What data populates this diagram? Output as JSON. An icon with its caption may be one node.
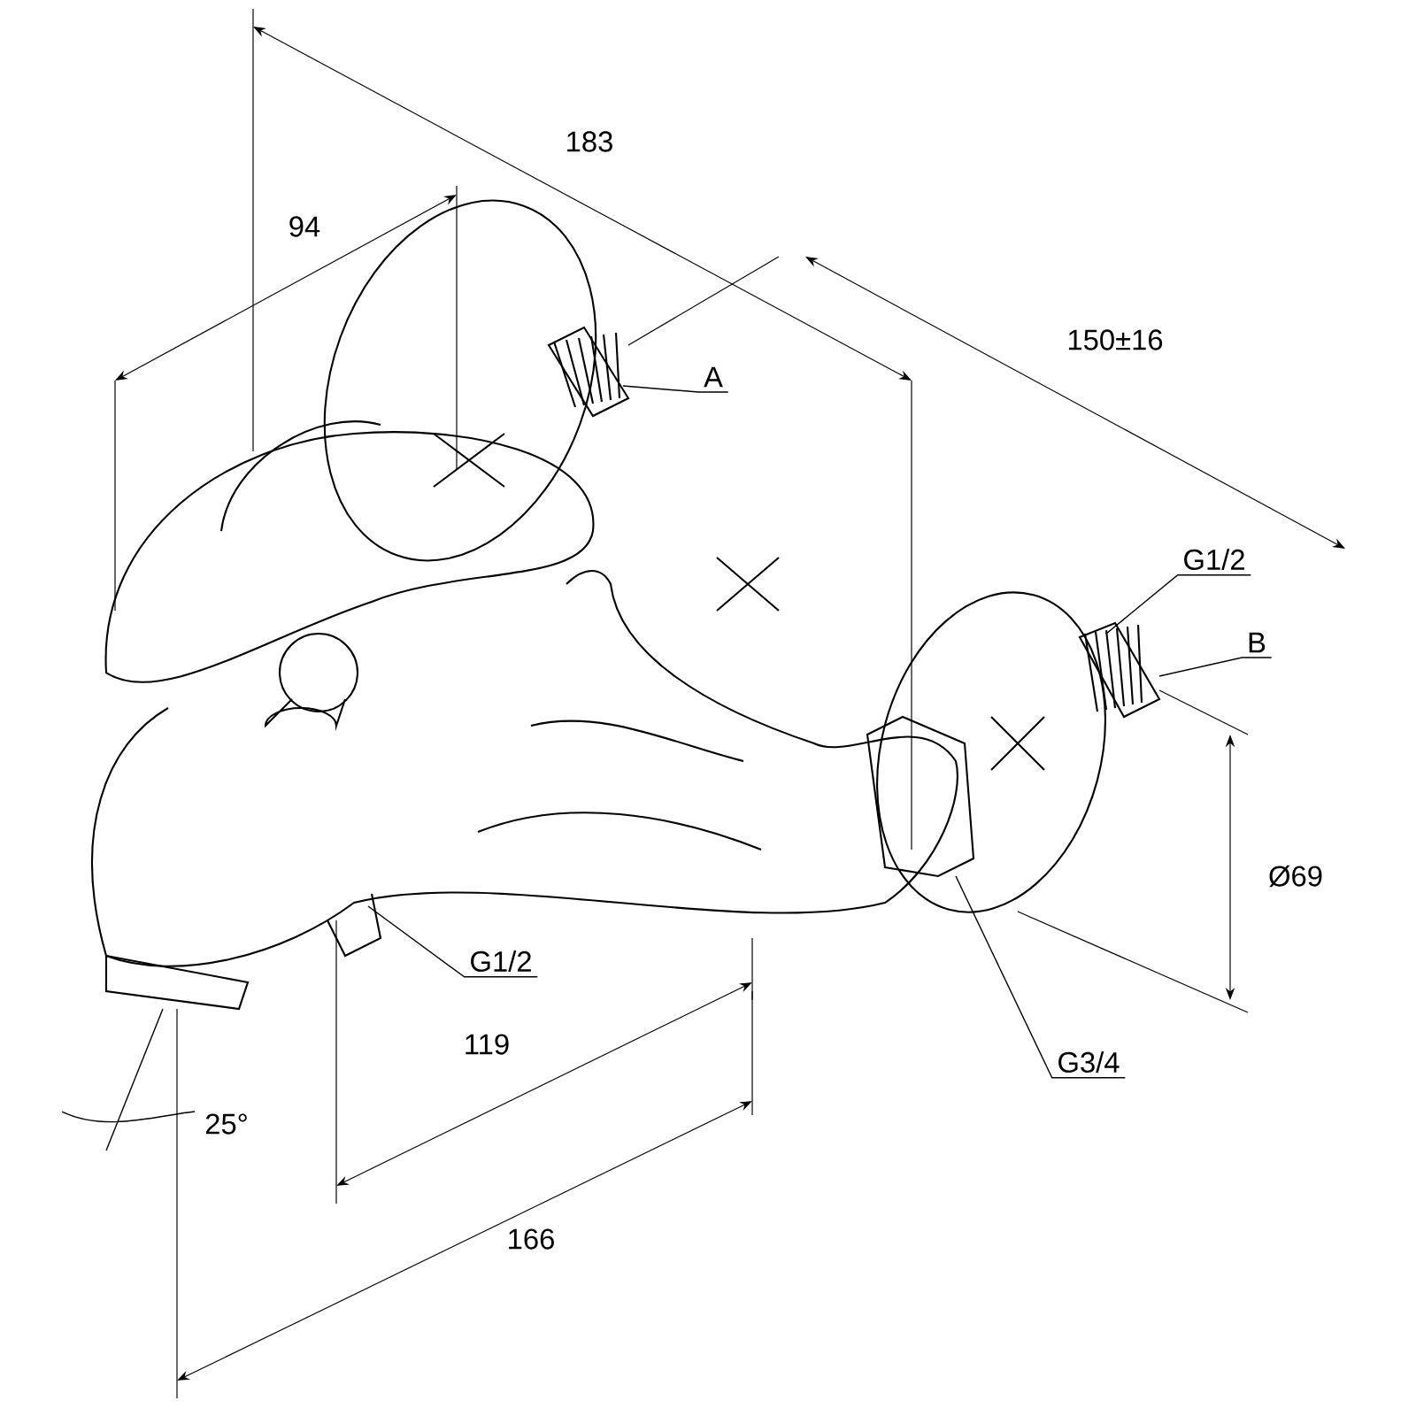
{
  "diagram": {
    "nodes": [
      {
        "text": [
          "A"
        ]
      },
      {
        "text": [
          "G1/2"
        ]
      },
      {
        "text": [
          "B"
        ]
      },
      {
        "text": [
          "G1/2"
        ]
      },
      {
        "text": [
          "G3/4"
        ]
      }
    ],
    "edges": [
      {
        "from": 0,
        "to": null,
        "arrow": "none"
      },
      {
        "from": 1,
        "to": null,
        "arrow": "none"
      },
      {
        "from": 2,
        "to": null,
        "arrow": "none"
      },
      {
        "from": 3,
        "to": null,
        "arrow": "none"
      },
      {
        "from": 4,
        "to": null,
        "arrow": "none"
      }
    ],
    "labels": [
      "183",
      "94",
      "150±16",
      "Ø69",
      "119",
      "25°",
      "166"
    ]
  }
}
